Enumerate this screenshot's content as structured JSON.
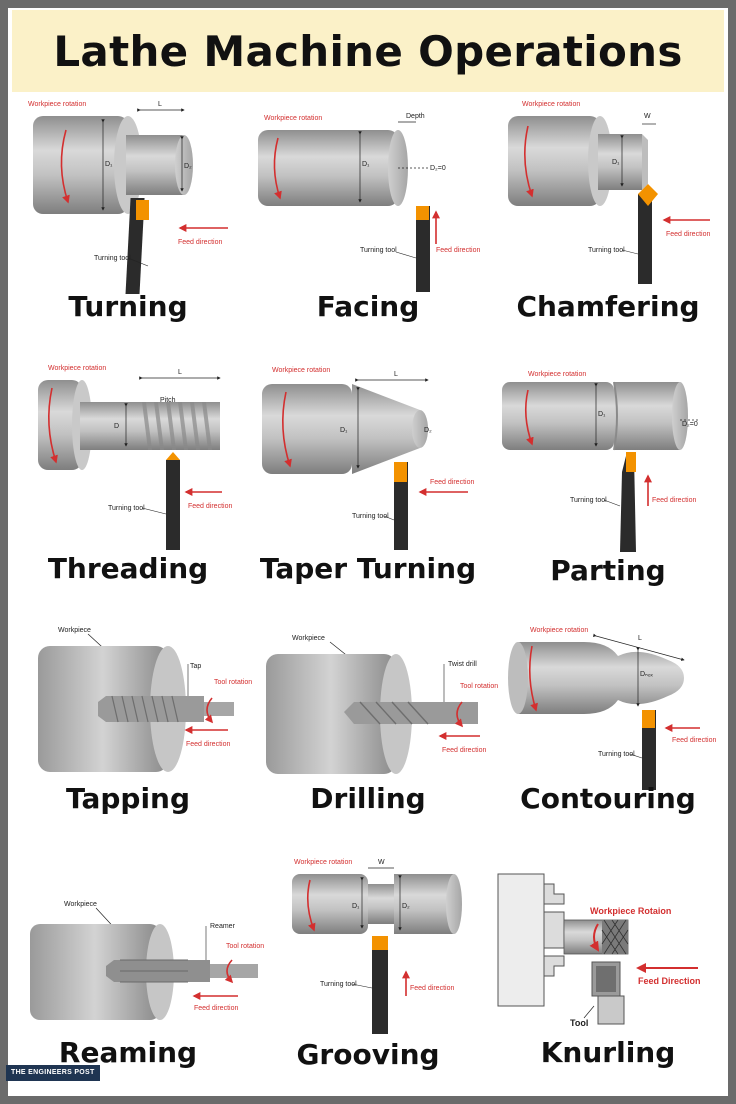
{
  "title": "Lathe Machine Operations",
  "brand": "THE ENGINEERS POST",
  "colors": {
    "title_bg": "#fbf1c8",
    "arrow_red": "#d32f2f",
    "tool_tip": "#f39200",
    "metal": "#b5b5b5"
  },
  "labels": {
    "workpiece_rotation": "Workpiece rotation",
    "workpiece_rotation_kn": "Workpiece Rotaion",
    "feed_direction": "Feed direction",
    "feed_direction_kn": "Feed Direction",
    "turning_tool": "Turning tool",
    "tool": "Tool",
    "workpiece": "Workpiece",
    "tool_rotation": "Tool rotation",
    "tap": "Tap",
    "twist_drill": "Twist drill",
    "reamer": "Reamer",
    "pitch": "Pitch",
    "depth": "Depth",
    "L": "L",
    "W": "W",
    "D": "D",
    "D1": "D₁",
    "D2": "D₂",
    "D2_zero": "D₂=0",
    "D_bore": "Dₙₒₓ",
    "tool_label": "Tool"
  },
  "operations": [
    {
      "id": "turning",
      "name": "Turning"
    },
    {
      "id": "facing",
      "name": "Facing"
    },
    {
      "id": "chamfering",
      "name": "Chamfering"
    },
    {
      "id": "threading",
      "name": "Threading"
    },
    {
      "id": "taper-turning",
      "name": "Taper Turning"
    },
    {
      "id": "parting",
      "name": "Parting"
    },
    {
      "id": "tapping",
      "name": "Tapping"
    },
    {
      "id": "drilling",
      "name": "Drilling"
    },
    {
      "id": "contouring",
      "name": "Contouring"
    },
    {
      "id": "reaming",
      "name": "Reaming"
    },
    {
      "id": "grooving",
      "name": "Grooving"
    },
    {
      "id": "knurling",
      "name": "Knurling"
    }
  ]
}
